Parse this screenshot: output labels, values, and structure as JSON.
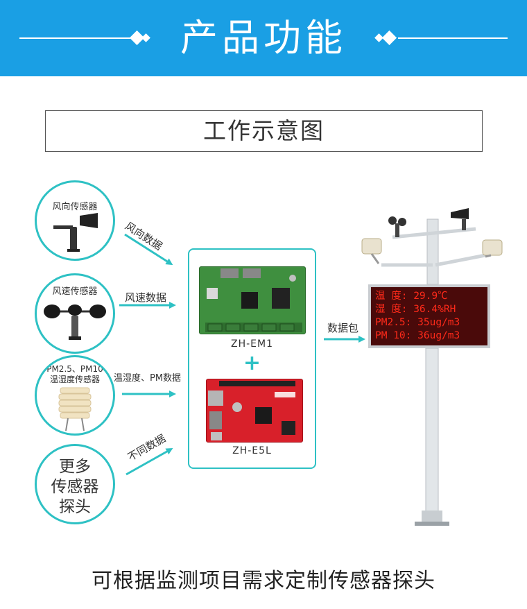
{
  "header": {
    "title": "产品功能",
    "background": "#1a9fe4"
  },
  "subtitle": "工作示意图",
  "sensors": [
    {
      "id": "wind-direction",
      "label": "风向传感器"
    },
    {
      "id": "wind-speed",
      "label": "风速传感器"
    },
    {
      "id": "pm-temp-humidity",
      "label_line1": "PM2.5、PM10",
      "label_line2": "温湿度传感器"
    },
    {
      "id": "more-probes",
      "label_lines": [
        "更多",
        "传感器",
        "探头"
      ]
    }
  ],
  "flows": {
    "wind_direction_data": "风向数据",
    "wind_speed_data": "风速数据",
    "temp_pm_data": "温湿度、PM数据",
    "other_data": "不同数据",
    "packet": "数据包"
  },
  "modules": {
    "top": "ZH-EM1",
    "plus": "+",
    "bottom": "ZH-E5L"
  },
  "display": {
    "rows": [
      {
        "label": "温 度:",
        "value": "29.9℃"
      },
      {
        "label": "湿 度:",
        "value": "36.4%RH"
      },
      {
        "label": "PM2.5:",
        "value": "35ug/m3"
      },
      {
        "label": "PM 10:",
        "value": "36ug/m3"
      }
    ],
    "text_color": "#ff2a1a"
  },
  "footer": "可根据监测项目需求定制传感器探头",
  "colors": {
    "accent": "#2ec1c4"
  }
}
